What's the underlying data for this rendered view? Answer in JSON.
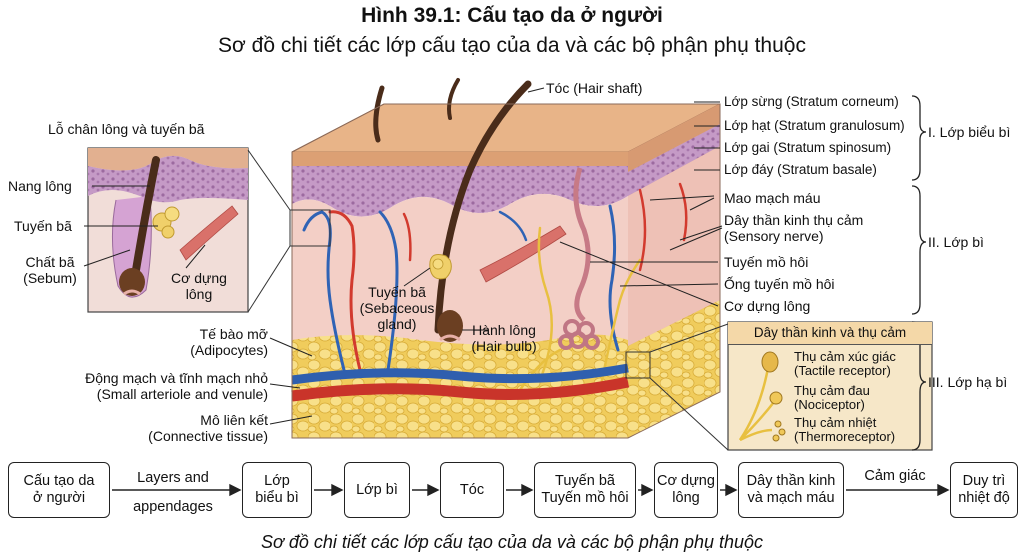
{
  "title": "Hình 39.1: Cấu tạo da ở người",
  "subtitle": "Sơ đồ chi tiết các lớp cấu tạo của da và các bộ phận phụ thuộc",
  "caption": "Sơ đồ chi tiết các lớp cấu tạo của da và các bộ phận phụ thuộc",
  "labels": {
    "hair_shaft": "Tóc (Hair shaft)",
    "pore_title": "Lỗ chân lông và tuyến bã",
    "follicle": "Nang lông",
    "sebaceous_small": "Tuyến bã",
    "sebum_1": "Chất bã",
    "sebum_2": "(Sebum)",
    "arrector_small_1": "Cơ dựng",
    "arrector_small_2": "lông",
    "adipocytes_1": "Tế bào mỡ",
    "adipocytes_2": "(Adipocytes)",
    "vessels_1": "Động mạch và tĩnh mạch nhỏ",
    "vessels_2": "(Small arteriole and venule)",
    "connective_1": "Mô liên kết",
    "connective_2": "(Connective tissue)",
    "sebaceous_big_1": "Tuyến bã",
    "sebaceous_big_2": "(Sebaceous",
    "sebaceous_big_3": "gland)",
    "bulb_1": "Hành lông",
    "bulb_2": "(Hair bulb)",
    "corneum": "Lớp sừng (Stratum corneum)",
    "granulosum": "Lớp hạt (Stratum granulosum)",
    "spinosum": "Lớp gai (Stratum spinosum)",
    "basale": "Lớp đáy (Stratum basale)",
    "capillaries": "Mao mạch máu",
    "sensory_1": "Dây thần kinh thụ cảm",
    "sensory_2": "(Sensory nerve)",
    "sweat_gland": "Tuyến mồ hôi",
    "sweat_duct": "Ống tuyến mồ hôi",
    "arrector_big": "Cơ dựng lông",
    "group_epidermis": "I. Lớp biểu bì",
    "group_dermis": "II. Lớp bì",
    "group_hypodermis": "III. Lớp hạ bì",
    "receptor_box_title": "Dây thần kinh và thụ cảm",
    "tactile_1": "Thụ cảm xúc giác",
    "tactile_2": "(Tactile receptor)",
    "noci_1": "Thụ cảm đau",
    "noci_2": "(Nociceptor)",
    "thermo_1": "Thụ cảm nhiệt",
    "thermo_2": "(Thermoreceptor)"
  },
  "flow": {
    "n1_1": "Cấu tạo da",
    "n1_2": "ở người",
    "e1_1": "Layers and",
    "e1_2": "appendages",
    "n2_1": "Lớp",
    "n2_2": "biểu bì",
    "n3": "Lớp bì",
    "n4": "Tóc",
    "n5_1": "Tuyến bã",
    "n5_2": "Tuyến mồ hôi",
    "n6_1": "Cơ dựng",
    "n6_2": "lông",
    "n7_1": "Dây thần kinh",
    "n7_2": "và mạch máu",
    "e2": "Cảm giác",
    "n8_1": "Duy trì",
    "n8_2": "nhiệt độ"
  },
  "colors": {
    "epidermis": "#e9b98e",
    "epidermis_purple": "#b98bbd",
    "dermis": "#f3cfc6",
    "fat": "#f5db7a",
    "artery": "#d23a2e",
    "vein": "#2f63b5",
    "hair": "#4a2c1a",
    "nerve": "#e8c040"
  }
}
